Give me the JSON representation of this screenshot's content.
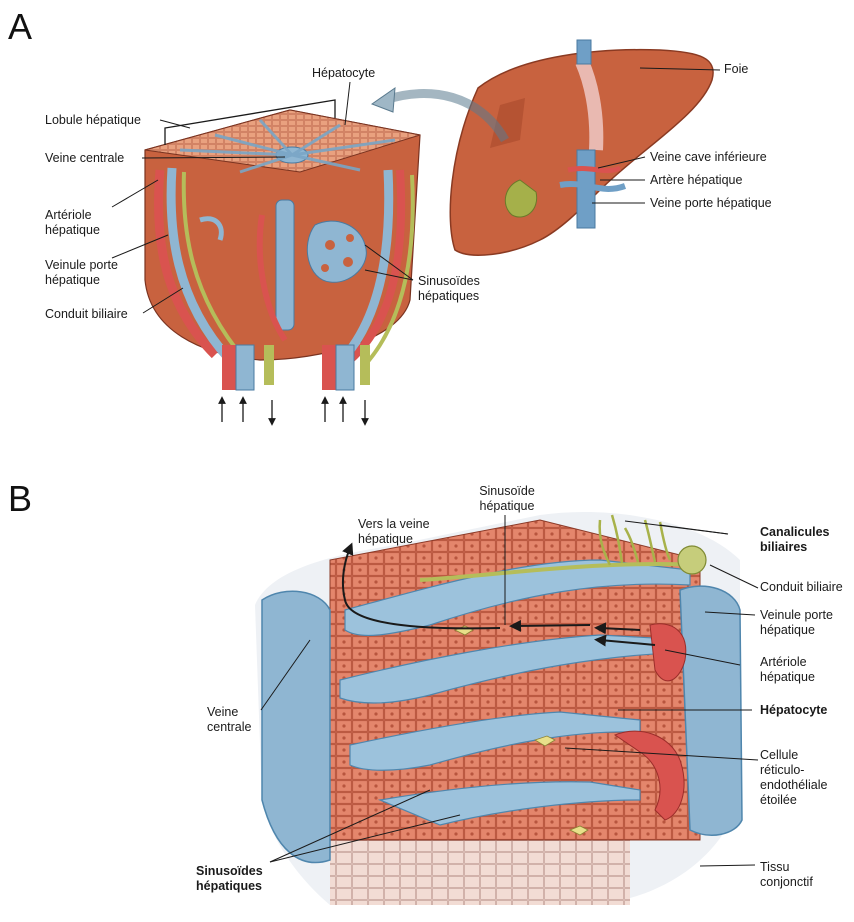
{
  "panels": {
    "a": {
      "letter": "A",
      "labels": {
        "hepatocyte": "Hépatocyte",
        "foie": "Foie",
        "lobule": "Lobule hépatique",
        "veine_centrale": "Veine centrale",
        "veine_cave": "Veine cave inférieure",
        "artere_hepatique": "Artère hépatique",
        "veine_porte": "Veine porte hépatique",
        "arteriole_1": "Artériole",
        "arteriole_2": "hépatique",
        "veinule_1": "Veinule porte",
        "veinule_2": "hépatique",
        "conduit": "Conduit biliaire",
        "sinusoides_1": "Sinusoïdes",
        "sinusoides_2": "hépatiques"
      }
    },
    "b": {
      "letter": "B",
      "labels": {
        "sinusoide_1": "Sinusoïde",
        "sinusoide_2": "hépatique",
        "vers_1": "Vers la veine",
        "vers_2": "hépatique",
        "canalicules_1": "Canalicules",
        "canalicules_2": "biliaires",
        "conduit": "Conduit biliaire",
        "veinule_1": "Veinule porte",
        "veinule_2": "hépatique",
        "arteriole_1": "Artériole",
        "arteriole_2": "hépatique",
        "veine_centrale_1": "Veine",
        "veine_centrale_2": "centrale",
        "hepatocyte": "Hépatocyte",
        "cellule_1": "Cellule",
        "cellule_2": "réticulo-",
        "cellule_3": "endothéliale",
        "cellule_4": "étoilée",
        "sinusoides_1": "Sinusoïdes",
        "sinusoides_2": "hépatiques",
        "tissu_1": "Tissu",
        "tissu_2": "conjonctif"
      }
    }
  },
  "colors": {
    "liver": "#c8623f",
    "vein_blue": "#8fb6d2",
    "artery_red": "#d9534f",
    "bile_green": "#b5bd5a",
    "hepatocyte": "#e2836a"
  }
}
